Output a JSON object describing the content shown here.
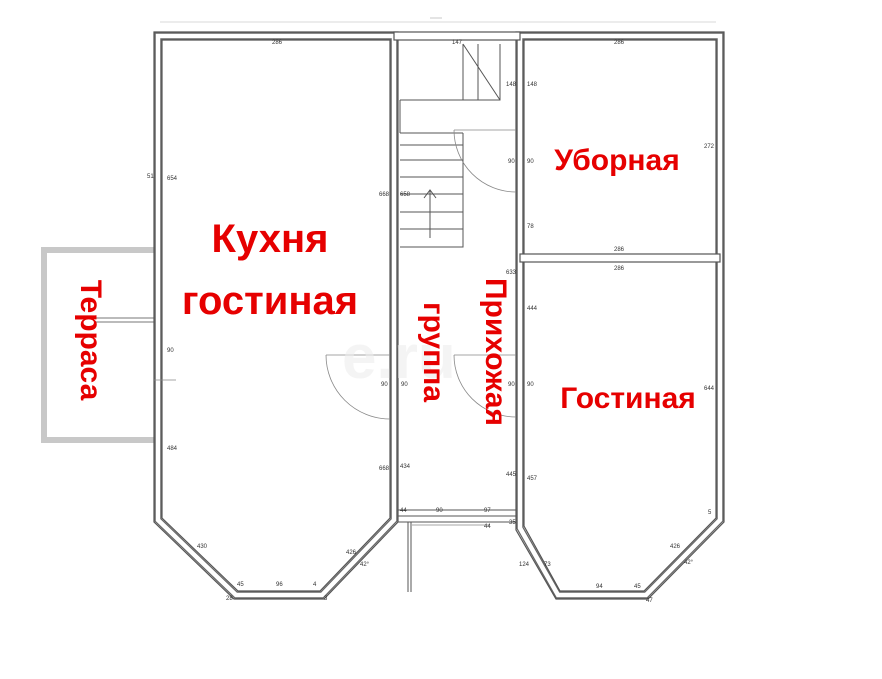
{
  "rooms": {
    "kitchen_line1": "Кухня",
    "kitchen_line2": "гостиная",
    "toilet": "Уборная",
    "living": "Гостиная",
    "hall_line1": "Прихожая",
    "hall_line2": "группа",
    "terrace": "Терраса"
  },
  "dimensions": {
    "kitchen_top": "286",
    "hall_top": "147",
    "toilet_top": "286",
    "toilet_bottom": "286",
    "living_top": "286",
    "kitchen_left": "654",
    "kitchen_left_lower": "484",
    "kitchen_left_mid": "90",
    "outer_left": "51",
    "kitchen_right": "668",
    "kitchen_right_lower": "668",
    "kitchen_right_door": "90",
    "hall_left": "658",
    "hall_left_lower": "434",
    "hall_right_upper": "148",
    "hall_right_door": "90",
    "hall_right_78": "78",
    "hall_right_middle": "633",
    "hall_right_door2": "90",
    "hall_right_lower": "445",
    "toilet_left": "148",
    "toilet_door": "90",
    "toilet_right": "272",
    "living_left_upper": "444",
    "living_left_door": "90",
    "living_left_lower": "457",
    "living_right": "644",
    "hall_bottom_a": "90",
    "hall_bottom_b": "97",
    "hall_bottom_c": "44",
    "hall_bottom_d": "44",
    "hall_bottom_e": "35",
    "bay_left_diag1": "430",
    "bay_left_diag2": "426",
    "bay_left_bottom": "96",
    "bay_left_corner1": "45",
    "bay_left_corner2": "4",
    "bay_left_angle": "42°",
    "bay_left_edge": "28",
    "bay_left_edge2": "3",
    "bay_right_diag1": "73",
    "bay_right_diag2": "426",
    "bay_right_bottom": "94",
    "bay_right_corner": "45",
    "bay_right_angle": "42°",
    "bay_right_edge": "47",
    "bay_right_edge2": "124",
    "bay_right_edge3": "5"
  }
}
